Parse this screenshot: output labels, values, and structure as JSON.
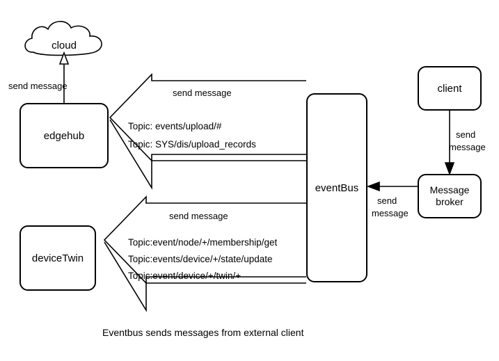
{
  "diagram": {
    "caption": "Eventbus sends messages from external client",
    "nodes": {
      "cloud": "cloud",
      "edgehub": "edgehub",
      "devicetwin": "deviceTwin",
      "eventbus": "eventBus",
      "client": "client",
      "message_broker": "Message\nbroker",
      "message_broker_line1": "Message",
      "message_broker_line2": "broker"
    },
    "edge_labels": {
      "edgehub_to_cloud": "send message",
      "eventbus_to_edgehub": "send message",
      "eventbus_to_devicetwin": "send message",
      "client_to_broker_line1": "send",
      "client_to_broker_line2": "message",
      "broker_to_eventbus_line1": "send",
      "broker_to_eventbus_line2": "message"
    },
    "topics": {
      "edgehub": [
        "Topic: events/upload/#",
        "Topic: SYS/dis/upload_records"
      ],
      "devicetwin": [
        "Topic:event/node/+/membership/get",
        "Topic:events/device/+/state/update",
        "Topic:event/device/+/twin/+"
      ]
    },
    "colors": {
      "stroke": "#000000",
      "background": "#ffffff"
    }
  }
}
